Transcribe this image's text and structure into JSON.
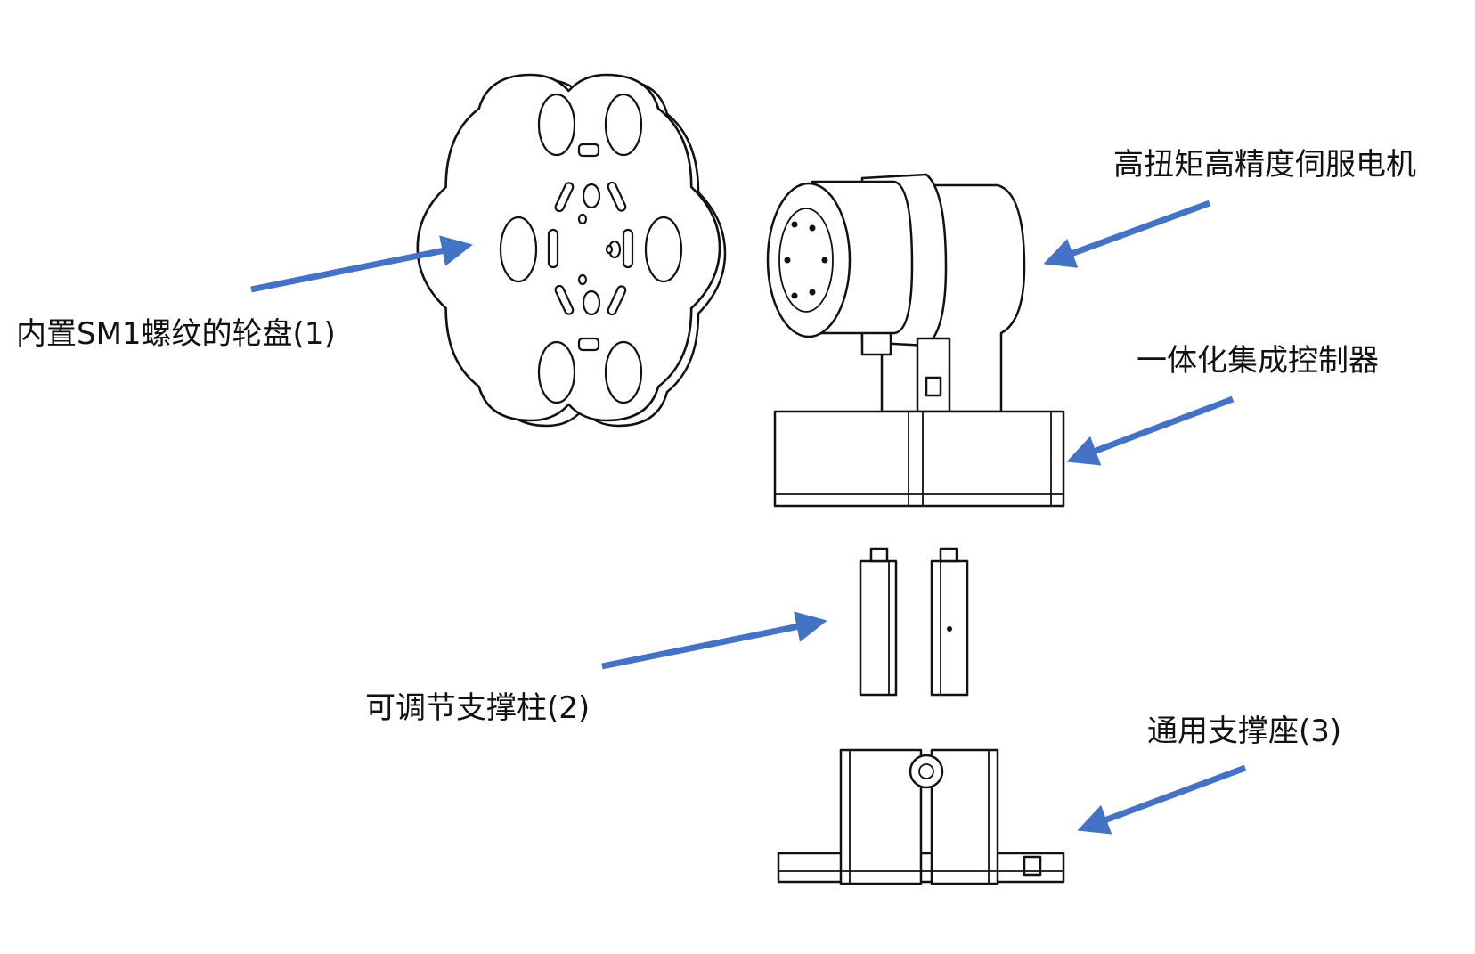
{
  "labels": {
    "wheel": "内置SM1螺纹的轮盘(1)",
    "motor": "高扭矩高精度伺服电机",
    "controller": "一体化集成控制器",
    "pillar": "可调节支撑柱(2)",
    "base": "通用支撑座(3)"
  },
  "colors": {
    "arrow": "#4472c4",
    "line": "#111111",
    "background": "#ffffff"
  }
}
